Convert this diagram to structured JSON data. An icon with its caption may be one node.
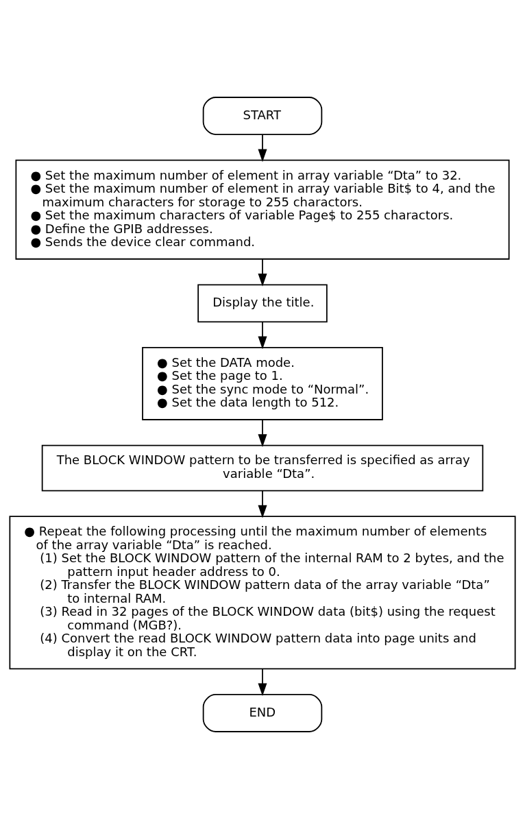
{
  "diagram": {
    "nodes": [
      {
        "text": [
          "START"
        ]
      },
      {
        "text": [
          "● Set the maximum number of element in array variable “Dta” to 32.",
          "● Set the maximum number of element in array variable Bit$ to 4, and the maximum characters for storage to 255 charactors.",
          "● Set the maximum characters of variable Page$ to 255 charactors.",
          "● Define the GPIB addresses.",
          "● Sends the device clear command."
        ]
      },
      {
        "text": [
          "Display the title."
        ]
      },
      {
        "text": [
          "● Set the DATA mode.",
          "● Set the page to 1.",
          "● Set the sync mode to “Normal”.",
          "● Set the data length to 512."
        ]
      },
      {
        "text": [
          "The BLOCK WINDOW pattern to be transferred is specified as array variable “Dta”."
        ]
      },
      {
        "text": [
          "● Repeat the following processing until the maximum number of elements of the array variable “Dta” is reached.",
          "(1) Set the BLOCK WINDOW pattern of the internal RAM to 2 bytes, and the pattern input header address to 0.",
          "(2) Transfer the BLOCK WINDOW pattern data of the array variable “Dta” to internal RAM.",
          "(3) Read in 32 pages of the BLOCK WINDOW data (bit$) using the request command (MGB?).",
          "(4) Convert the read BLOCK WINDOW pattern data into page units and display it on the CRT."
        ]
      },
      {
        "text": [
          "END"
        ]
      }
    ],
    "edges": [
      {
        "from": 0,
        "to": 1,
        "arrow": "to"
      },
      {
        "from": 1,
        "to": 2,
        "arrow": "to"
      },
      {
        "from": 2,
        "to": 3,
        "arrow": "to"
      },
      {
        "from": 3,
        "to": 4,
        "arrow": "to"
      },
      {
        "from": 4,
        "to": 5,
        "arrow": "to"
      },
      {
        "from": 5,
        "to": 6,
        "arrow": "to"
      }
    ]
  }
}
